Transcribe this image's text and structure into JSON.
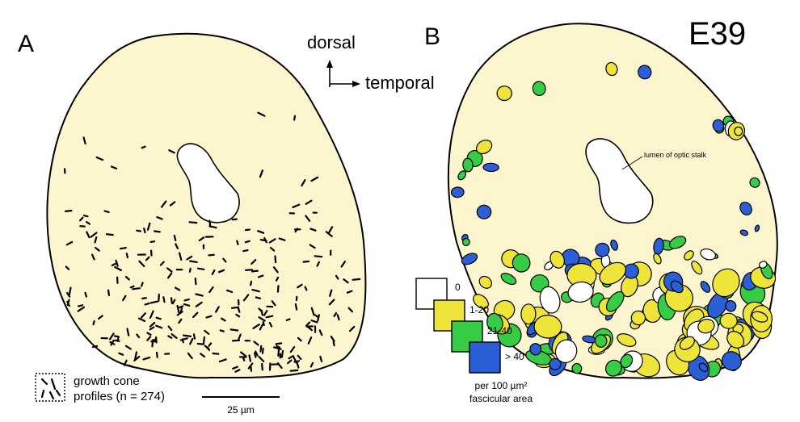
{
  "panel_a": {
    "letter": "A"
  },
  "panel_b": {
    "letter": "B"
  },
  "stage_label": "E39",
  "orientation": {
    "dorsal": "dorsal",
    "temporal": "temporal"
  },
  "legend_a": {
    "line1": "growth cone",
    "line2": "profiles (n = 274)"
  },
  "scale_bar": {
    "label": "25 µm"
  },
  "lumen_label": "lumen of optic stalk",
  "legend_b": {
    "categories": [
      {
        "label": "0",
        "color": "#ffffff"
      },
      {
        "label": "1-20",
        "color": "#eee43a"
      },
      {
        "label": "21-40",
        "color": "#36cc45"
      },
      {
        "label": "> 40",
        "color": "#2a5fd6"
      }
    ],
    "caption_line1": "per 100 µm²",
    "caption_line2": "fascicular area"
  },
  "colors": {
    "tissue": "#fcf5cd",
    "outline": "#000000",
    "empty": "#ffffff",
    "low": "#eee43a",
    "mid": "#36cc45",
    "high": "#2a5fd6"
  }
}
